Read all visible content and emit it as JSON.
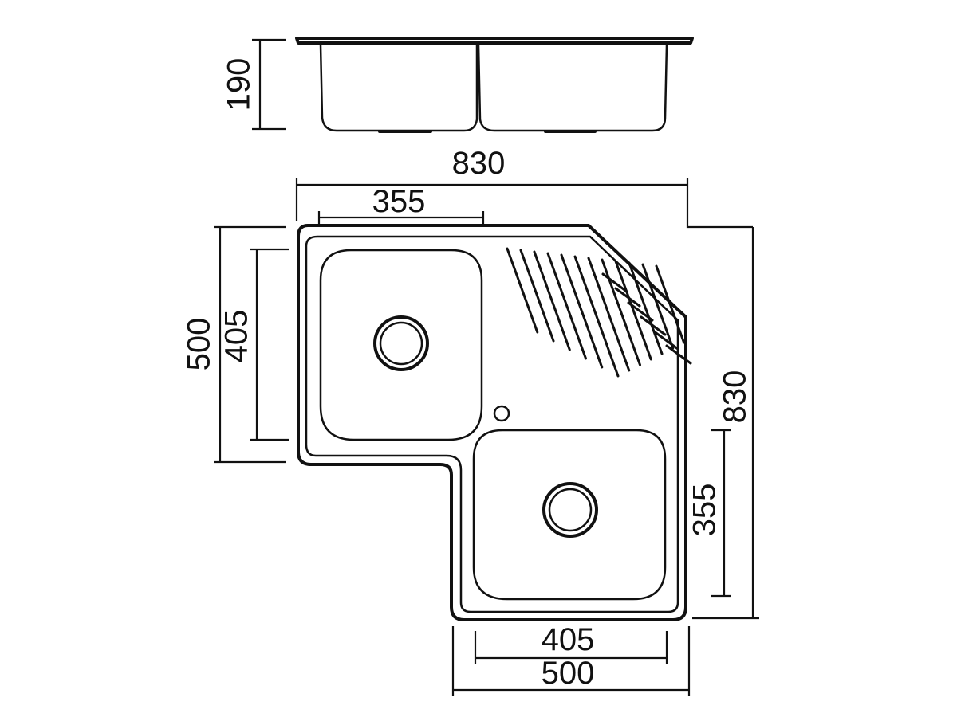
{
  "dimensions": {
    "depth": "190",
    "overall_width": "830",
    "left_bowl_width": "355",
    "left_height_outer": "500",
    "left_bowl_height": "405",
    "overall_height": "830",
    "right_bowl_height": "355",
    "bottom_bowl_width": "405",
    "bottom_width_outer": "500"
  }
}
